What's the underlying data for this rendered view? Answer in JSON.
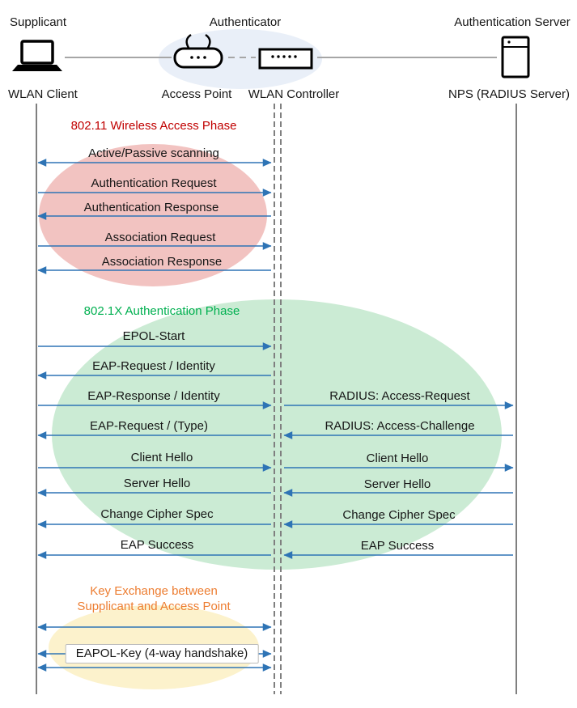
{
  "diagram": {
    "actors": {
      "roles": [
        "Supplicant",
        "Authenticator",
        "Authentication Server"
      ],
      "devices": [
        "WLAN Client",
        "Access Point",
        "WLAN Controller",
        "NPS (RADIUS Server)"
      ]
    },
    "phases": [
      {
        "name": "802.11 Wireless Access Phase",
        "color": "#C00000"
      },
      {
        "name": "802.1X Authentication Phase",
        "color": "#00B050"
      },
      {
        "name": "Key Exchange between Supplicant and Access Point",
        "line1": "Key Exchange between",
        "line2": "Supplicant and Access Point",
        "color": "#ED7D31"
      }
    ],
    "messages_client_controller": [
      {
        "label": "Active/Passive scanning",
        "direction": "both"
      },
      {
        "label": "Authentication Request",
        "direction": "right"
      },
      {
        "label": "Authentication Response",
        "direction": "left"
      },
      {
        "label": "Association Request",
        "direction": "right"
      },
      {
        "label": "Association Response",
        "direction": "left"
      },
      {
        "label": "EPOL-Start",
        "direction": "right"
      },
      {
        "label": "EAP-Request / Identity",
        "direction": "left"
      },
      {
        "label": "EAP-Response / Identity",
        "direction": "right"
      },
      {
        "label": "EAP-Request / (Type)",
        "direction": "left"
      },
      {
        "label": "Client Hello",
        "direction": "right"
      },
      {
        "label": "Server Hello",
        "direction": "left"
      },
      {
        "label": "Change Cipher Spec",
        "direction": "left"
      },
      {
        "label": "EAP Success",
        "direction": "left"
      },
      {
        "label": "EAPOL-Key (4-way handshake)",
        "direction": "both"
      }
    ],
    "messages_controller_server": [
      {
        "label": "RADIUS: Access-Request",
        "direction": "right"
      },
      {
        "label": "RADIUS: Access-Challenge",
        "direction": "left"
      },
      {
        "label": "Client Hello",
        "direction": "right"
      },
      {
        "label": "Server Hello",
        "direction": "left"
      },
      {
        "label": "Change Cipher Spec",
        "direction": "left"
      },
      {
        "label": "EAP Success",
        "direction": "left"
      }
    ],
    "colors": {
      "arrow": "#2E74B5",
      "lifeline": "#7F7F7F",
      "phase1_fill": "#F2C3C1",
      "phase2_fill": "#CBEBD4",
      "phase3_fill": "#FCF2CC",
      "authenticator_group_fill": "#E9EFF8",
      "phase1_title": "#C00000",
      "phase2_title": "#00B050",
      "phase3_title": "#ED7D31"
    }
  }
}
